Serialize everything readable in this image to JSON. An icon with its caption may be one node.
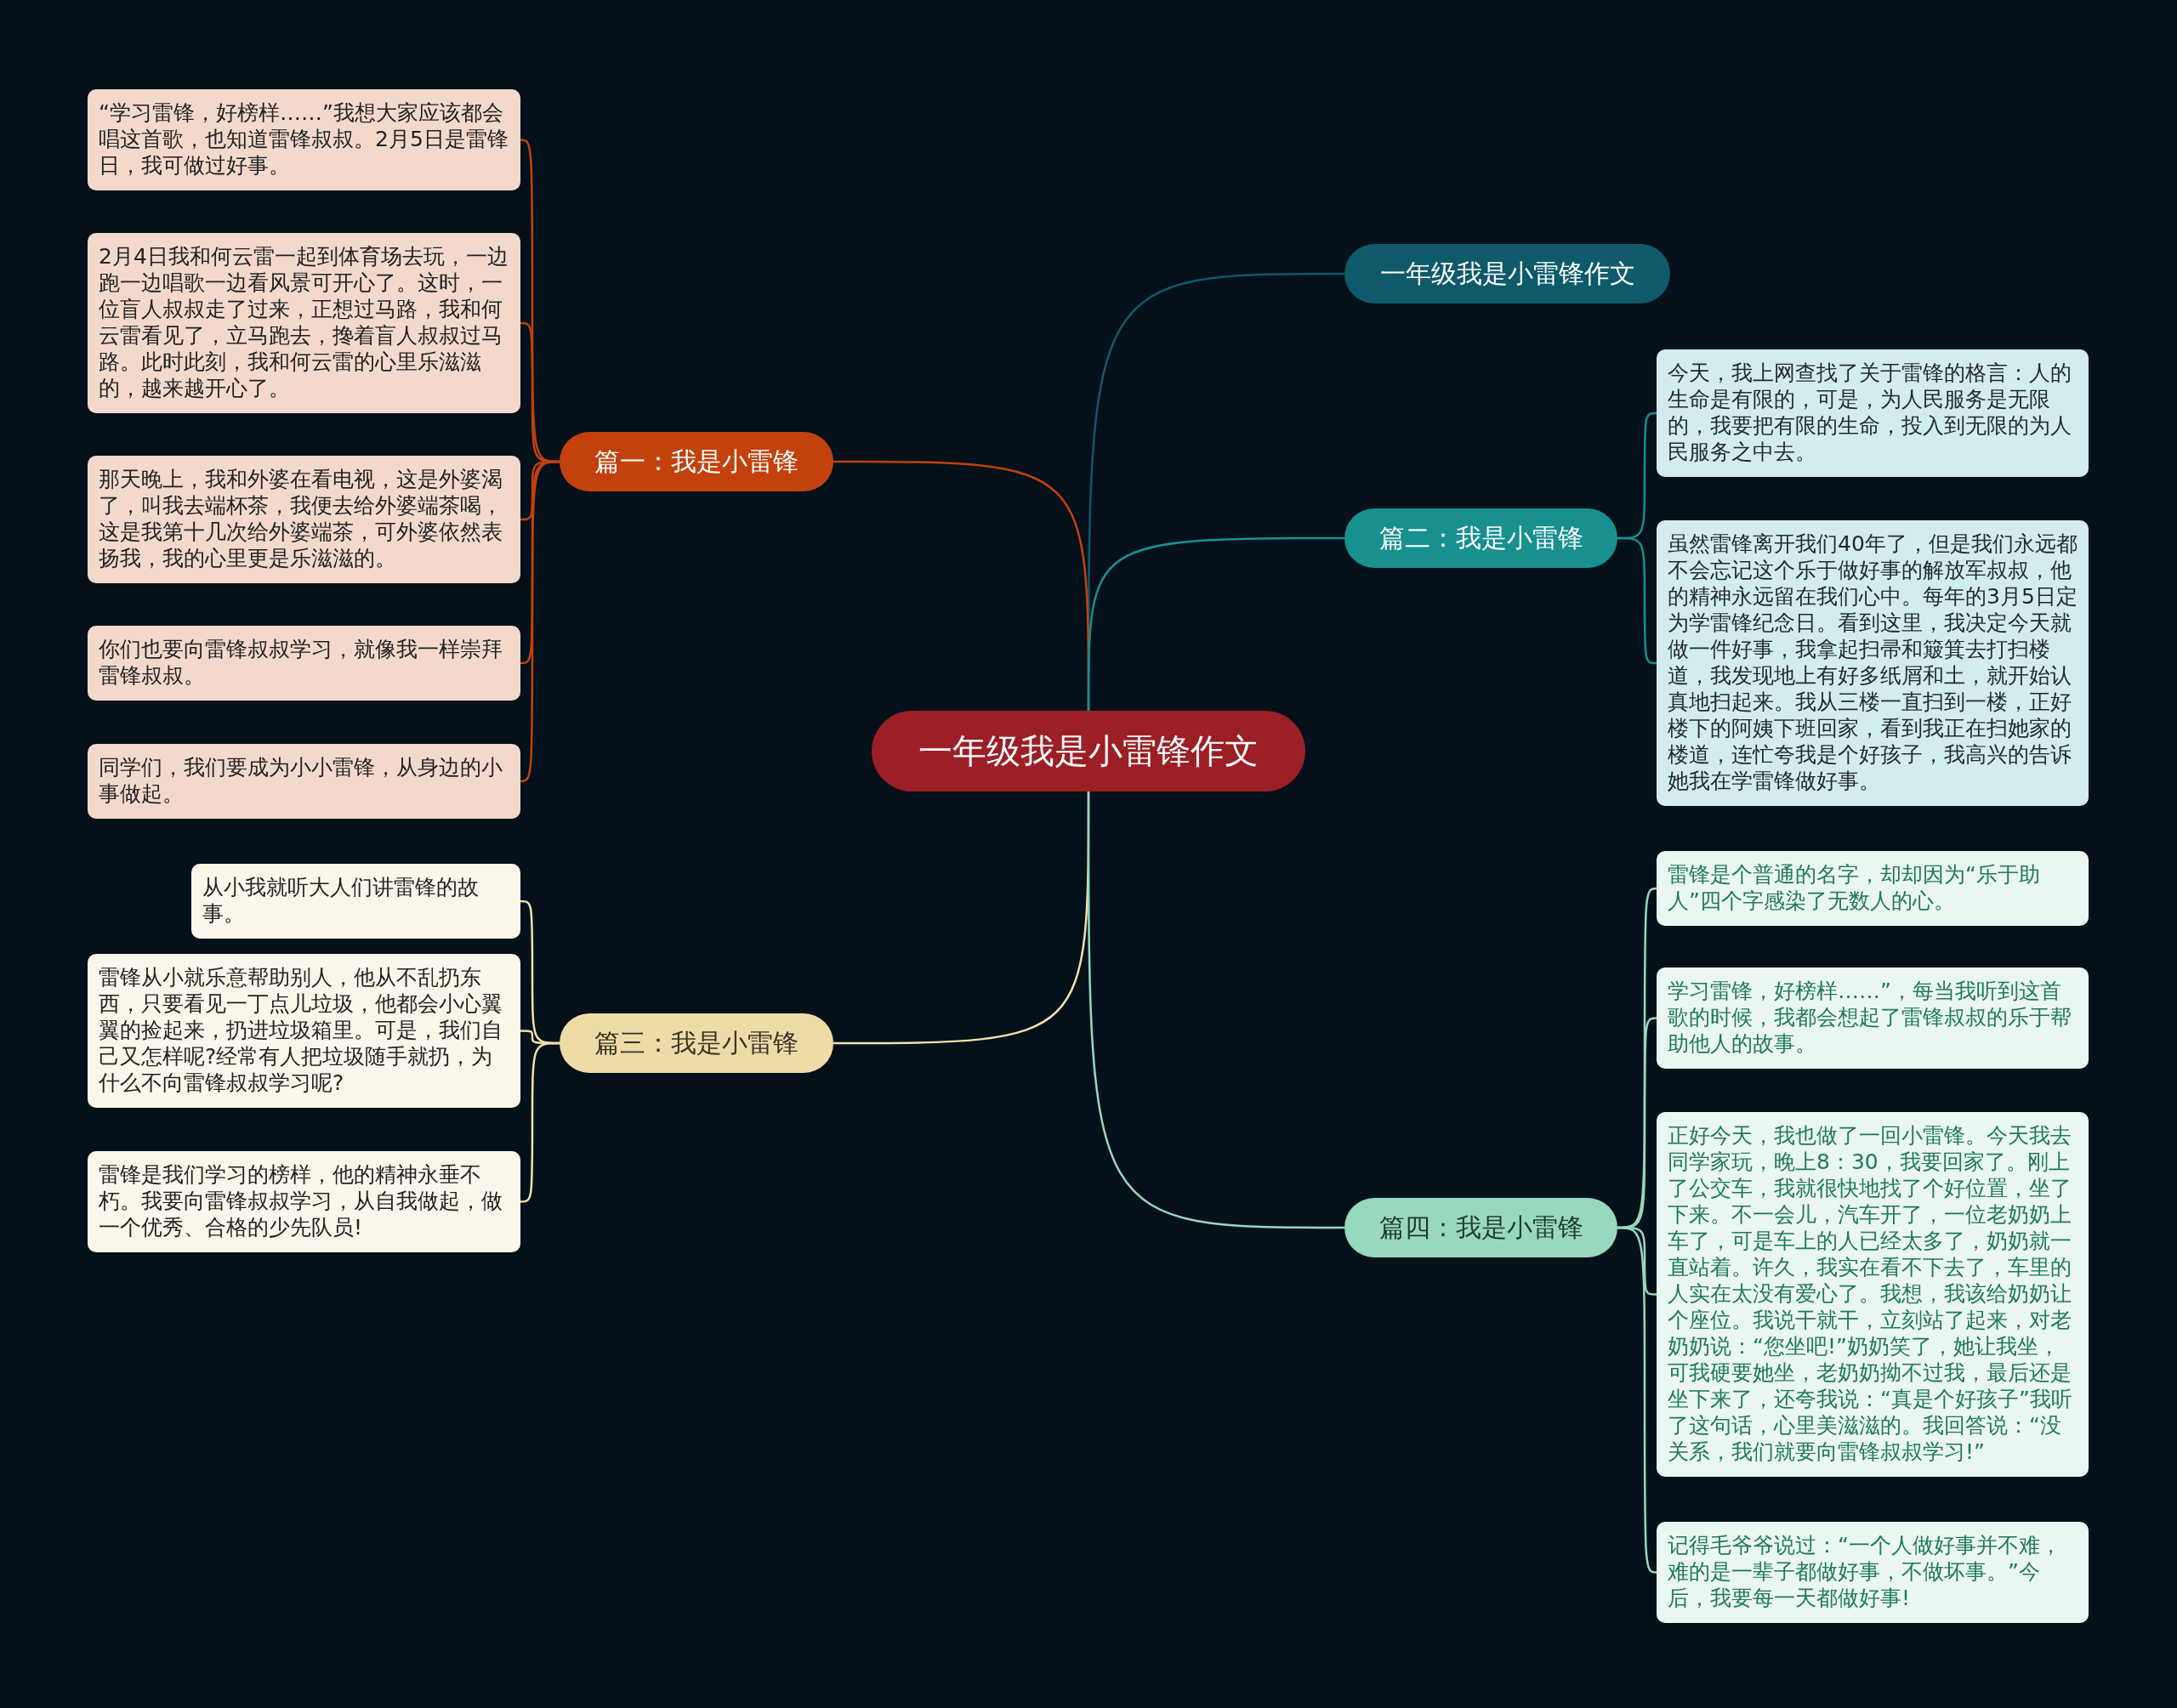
{
  "diagram": {
    "nodes": [
      {
        "text": [
          "一年级我是小雷锋作文"
        ]
      },
      {
        "text": [
          "一年级我是小雷锋作文"
        ]
      },
      {
        "text": [
          "篇一：我是小雷锋"
        ]
      },
      {
        "text": [
          "“学习雷锋，好榜样……”我想大家应该都会唱这首歌，也知道雷锋叔叔。2月5日是雷锋日，我可做过好事。"
        ]
      },
      {
        "text": [
          "2月4日我和何云雷一起到体育场去玩，一边跑一边唱歌一边看风景可开心了。这时，一位盲人叔叔走了过来，正想过马路，我和何云雷看见了，立马跑去，搀着盲人叔叔过马路。此时此刻，我和何云雷的心里乐滋滋的，越来越开心了。"
        ]
      },
      {
        "text": [
          "那天晚上，我和外婆在看电视，这是外婆渴了，叫我去端杯茶，我便去给外婆端茶喝，这是我第十几次给外婆端茶，可外婆依然表扬我，我的心里更是乐滋滋的。"
        ]
      },
      {
        "text": [
          "你们也要向雷锋叔叔学习，就像我一样崇拜雷锋叔叔。"
        ]
      },
      {
        "text": [
          "同学们，我们要成为小小雷锋，从身边的小事做起。"
        ]
      },
      {
        "text": [
          "篇二：我是小雷锋"
        ]
      },
      {
        "text": [
          "今天，我上网查找了关于雷锋的格言：人的生命是有限的，可是，为人民服务是无限的，我要把有限的生命，投入到无限的为人民服务之中去。"
        ]
      },
      {
        "text": [
          "虽然雷锋离开我们40年了，但是我们永远都不会忘记这个乐于做好事的解放军叔叔，他的精神永远留在我们心中。每年的3月5日定为学雷锋纪念日。看到这里，我决定今天就做一件好事，我拿起扫帚和簸箕去打扫楼道，我发现地上有好多纸屑和土，就开始认真地扫起来。我从三楼一直扫到一楼，正好楼下的阿姨下班回家，看到我正在扫她家的楼道，连忙夸我是个好孩子，我高兴的告诉她我在学雷锋做好事。"
        ]
      },
      {
        "text": [
          "篇三：我是小雷锋"
        ]
      },
      {
        "text": [
          "从小我就听大人们讲雷锋的故事。"
        ]
      },
      {
        "text": [
          "雷锋从小就乐意帮助别人，他从不乱扔东西，只要看见一丁点儿垃圾，他都会小心翼翼的捡起来，扔进垃圾箱里。可是，我们自己又怎样呢?经常有人把垃圾随手就扔，为什么不向雷锋叔叔学习呢?"
        ]
      },
      {
        "text": [
          "雷锋是我们学习的榜样，他的精神永垂不朽。我要向雷锋叔叔学习，从自我做起，做一个优秀、合格的少先队员!"
        ]
      },
      {
        "text": [
          "篇四：我是小雷锋"
        ]
      },
      {
        "text": [
          "雷锋是个普通的名字，却却因为“乐于助人”四个字感染了无数人的心。"
        ]
      },
      {
        "text": [
          "学习雷锋，好榜样……”，每当我听到这首歌的时候，我都会想起了雷锋叔叔的乐于帮助他人的故事。"
        ]
      },
      {
        "text": [
          "正好今天，我也做了一回小雷锋。今天我去同学家玩，晚上8：30，我要回家了。刚上了公交车，我就很快地找了个好位置，坐了下来。不一会儿，汽车开了，一位老奶奶上车了，可是车上的人已经太多了，奶奶就一直站着。许久，我实在看不下去了，车里的人实在太没有爱心了。我想，我该给奶奶让个座位。我说干就干，立刻站了起来，对老奶奶说：“您坐吧!”奶奶笑了，她让我坐，可我硬要她坐，老奶奶拗不过我，最后还是坐下来了，还夸我说：“真是个好孩子”我听了这句话，心里美滋滋的。我回答说：“没关系，我们就要向雷锋叔叔学习!”"
        ]
      },
      {
        "text": [
          "记得毛爷爷说过：“一个人做好事并不难，难的是一辈子都做好事，不做坏事。”今后，我要每一天都做好事!"
        ]
      }
    ],
    "edges": [
      {
        "from": 0,
        "to": 1,
        "arrow": "none",
        "color": "#0e5a6b"
      },
      {
        "from": 0,
        "to": 2,
        "arrow": "none",
        "color": "#c2410c"
      },
      {
        "from": 2,
        "to": 3,
        "arrow": "none",
        "color": "#c2410c"
      },
      {
        "from": 2,
        "to": 4,
        "arrow": "none",
        "color": "#c2410c"
      },
      {
        "from": 2,
        "to": 5,
        "arrow": "none",
        "color": "#c2410c"
      },
      {
        "from": 2,
        "to": 6,
        "arrow": "none",
        "color": "#c2410c"
      },
      {
        "from": 2,
        "to": 7,
        "arrow": "none",
        "color": "#c2410c"
      },
      {
        "from": 0,
        "to": 8,
        "arrow": "none",
        "color": "#17908f"
      },
      {
        "from": 8,
        "to": 9,
        "arrow": "none",
        "color": "#17908f"
      },
      {
        "from": 8,
        "to": 10,
        "arrow": "none",
        "color": "#17908f"
      },
      {
        "from": 0,
        "to": 11,
        "arrow": "none",
        "color": "#f0e0ac"
      },
      {
        "from": 11,
        "to": 12,
        "arrow": "none",
        "color": "#f0e0ac"
      },
      {
        "from": 11,
        "to": 13,
        "arrow": "none",
        "color": "#f0e0ac"
      },
      {
        "from": 11,
        "to": 14,
        "arrow": "none",
        "color": "#f0e0ac"
      },
      {
        "from": 0,
        "to": 15,
        "arrow": "none",
        "color": "#98d8be"
      },
      {
        "from": 15,
        "to": 16,
        "arrow": "none",
        "color": "#98d8be"
      },
      {
        "from": 15,
        "to": 17,
        "arrow": "none",
        "color": "#98d8be"
      },
      {
        "from": 15,
        "to": 18,
        "arrow": "none",
        "color": "#98d8be"
      },
      {
        "from": 15,
        "to": 19,
        "arrow": "none",
        "color": "#98d8be"
      }
    ]
  }
}
